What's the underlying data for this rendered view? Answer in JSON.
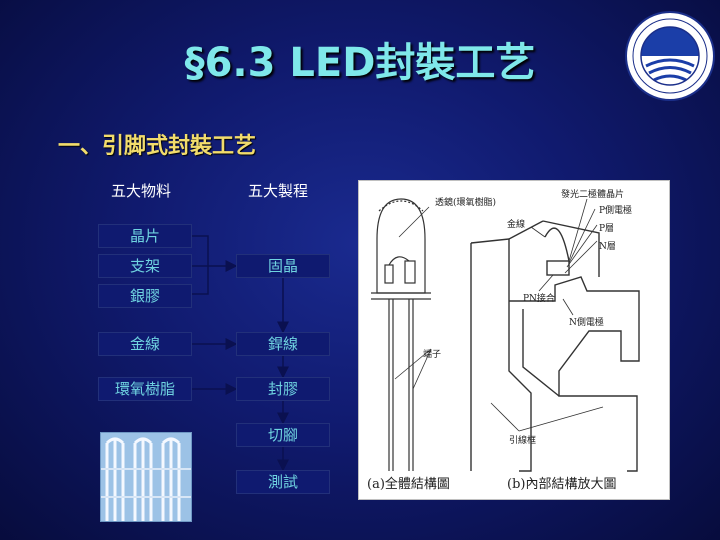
{
  "slide": {
    "title": "§6.3  LED封裝工艺",
    "subtitle": "一、引脚式封裝工艺"
  },
  "materials": {
    "header": "五大物料",
    "items": [
      "晶片",
      "支架",
      "銀膠",
      "金線",
      "環氧樹脂"
    ]
  },
  "processes": {
    "header": "五大製程",
    "items": [
      "固晶",
      "銲線",
      "封膠",
      "切腳",
      "測試"
    ]
  },
  "diagram": {
    "labels": {
      "epoxy": "透鏡(環氧樹脂)",
      "chip": "發光二極體晶片",
      "p_electrode": "P側電極",
      "p_layer": "P層",
      "n_layer": "N層",
      "gold_wire": "金線",
      "pn_junction": "PN接合",
      "n_electrode": "N側電極",
      "lead": "端子",
      "frame": "引線框"
    },
    "caption_a": "(a)全體結構圖",
    "caption_b": "(b)內部結構放大圖"
  },
  "colors": {
    "title": "#7fe8ea",
    "subtitle": "#f2dc6c",
    "box_text": "#6fd3e0",
    "box_bg": "#0f1a70"
  }
}
